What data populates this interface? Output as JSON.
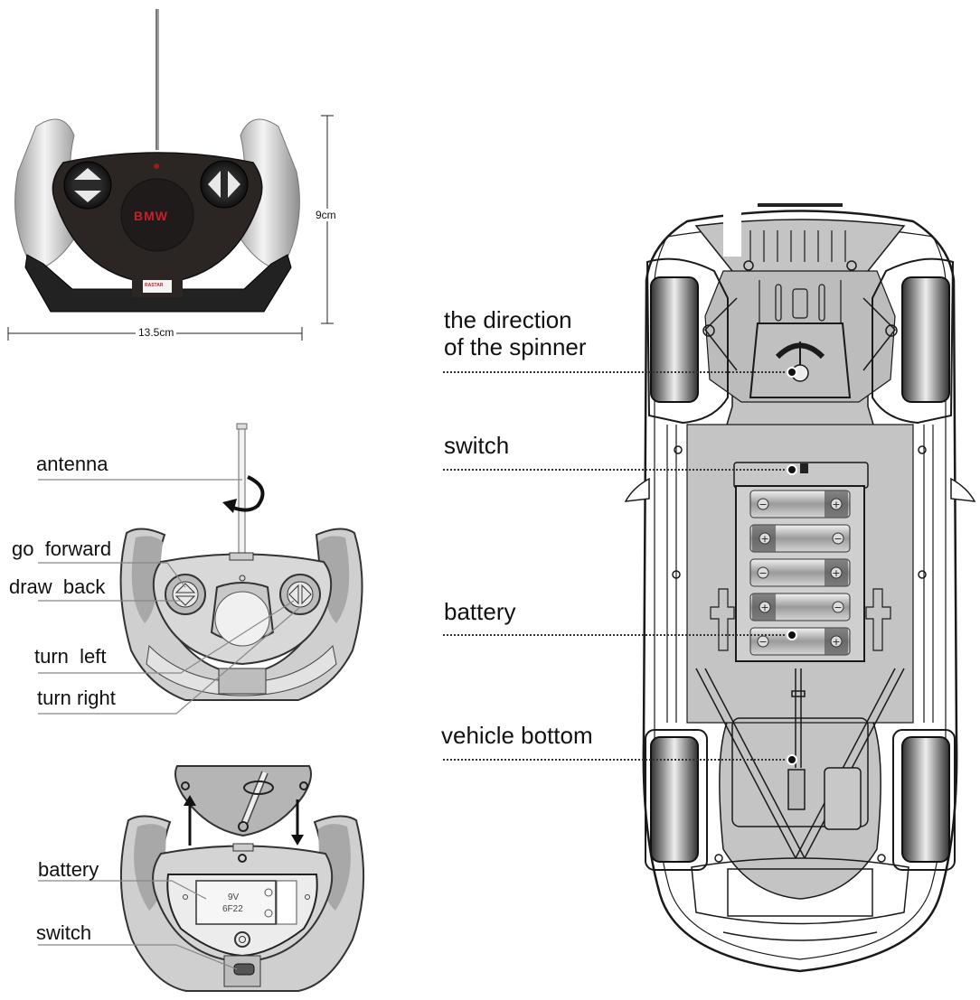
{
  "remote_top": {
    "brand_label": "BMW",
    "maker_badge": "RASTAR",
    "width_dimension": "13.5cm",
    "height_dimension": "9cm",
    "colors": {
      "body": "#2b2624",
      "grips": "#d8d8d8",
      "brand_text": "#c8202a",
      "led": "#9b1c1c"
    }
  },
  "remote_front": {
    "callouts": [
      {
        "id": "antenna",
        "label": "antenna"
      },
      {
        "id": "go-forward",
        "label": "go  forward"
      },
      {
        "id": "draw-back",
        "label": "draw  back"
      },
      {
        "id": "turn-left",
        "label": "turn  left"
      },
      {
        "id": "turn-right",
        "label": "turn right"
      }
    ]
  },
  "remote_back": {
    "callouts": [
      {
        "id": "battery",
        "label": "battery"
      },
      {
        "id": "switch",
        "label": "switch"
      }
    ],
    "battery_spec": [
      "9V",
      "6F22"
    ]
  },
  "vehicle": {
    "callouts": [
      {
        "id": "spinner",
        "label": "the direction\nof the spinner"
      },
      {
        "id": "switch",
        "label": "switch"
      },
      {
        "id": "battery",
        "label": "battery"
      },
      {
        "id": "vehicle-bottom",
        "label": "vehicle bottom"
      }
    ],
    "battery_count": 5,
    "colors": {
      "chassis": "#c4c4c4",
      "outline": "#1a1a1a",
      "tire_dark": "#3a3a3a",
      "tire_light": "#e8e8e8"
    }
  }
}
